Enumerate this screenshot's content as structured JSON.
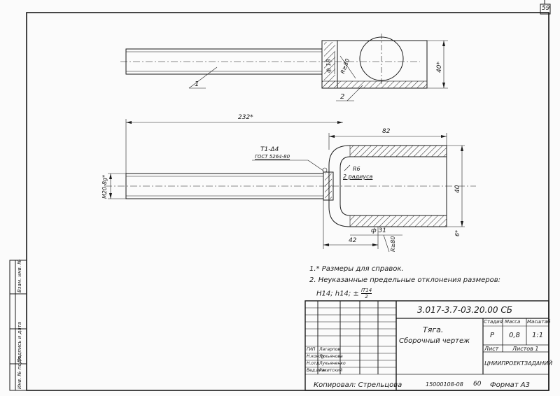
{
  "sheet_number": "59",
  "dimensions": {
    "length_total": "232*",
    "width_top": "40*",
    "diam_top": "ф 18",
    "r_top": "R≥80",
    "span": "82",
    "width_side": "40",
    "diam_bottom": "ф 31",
    "dim_42": "42",
    "dim_6": "6*",
    "r_bottom": "R≥80",
    "r6": "R6",
    "r6_note": "2 радиуса",
    "thread": "M20-8g*"
  },
  "parts": {
    "p1": "1",
    "p2": "2"
  },
  "weld": {
    "code": "T1-Δ4",
    "standard": "ГОСТ 5264-80"
  },
  "notes": {
    "n1": "1.* Размеры для справок.",
    "n2": "2. Неуказанные предельные отклонения размеров:",
    "n3": "H14; h14; ±",
    "n3_num": "IT14",
    "n3_den": "2"
  },
  "title_block": {
    "doc_code": "3.017-3.7-03.20.00 СБ",
    "name": "Тяга.",
    "doc_type": "Сборочный чертеж",
    "col_stage": "Стадия",
    "col_mass": "Масса",
    "col_scale": "Масштаб",
    "stage": "Р",
    "mass": "0,8",
    "scale": "1:1",
    "sheet": "Лист",
    "sheets": "Листов 1",
    "org": "ЦНИИПРОЕКТЗАДАНИЙ",
    "signers": [
      {
        "role": "ГИП",
        "name": "Лагарпов"
      },
      {
        "role": "Н.контр.",
        "name": "Лукьянова"
      },
      {
        "role": "Н.отд.",
        "name": "Лукьяненко"
      },
      {
        "role": "Вед.инж.",
        "name": "Ракитский"
      }
    ]
  },
  "margin_stamps": [
    "Инв. № подл.",
    "Подпись и дата",
    "Взам. инв. №"
  ],
  "footer": {
    "copied": "Копировал: Стрельцова",
    "order": "15000108-08",
    "code": "60",
    "format": "Формат А3"
  }
}
